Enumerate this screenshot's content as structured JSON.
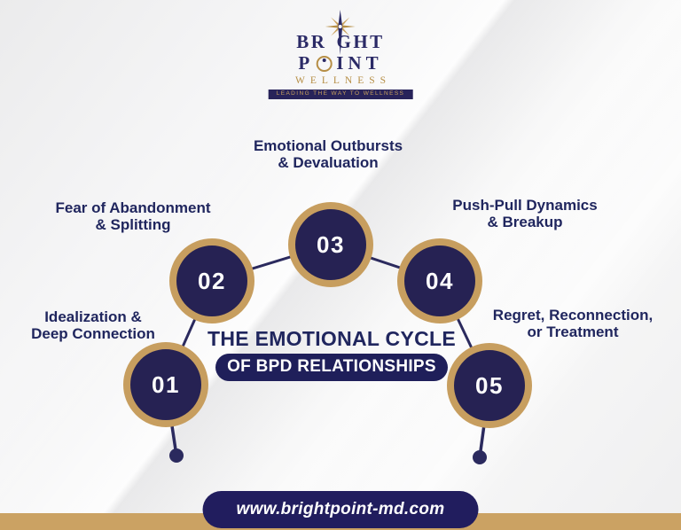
{
  "logo": {
    "word1_left": "BR",
    "word1_right": "GHT",
    "word2_left": "P",
    "word2_right": "INT",
    "subtitle": "WELLNESS",
    "tagline": "LEADING THE WAY TO WELLNESS"
  },
  "title": {
    "line1": "THE EMOTIONAL CYCLE",
    "line2": "OF BPD RELATIONSHIPS"
  },
  "steps": [
    {
      "number": "01",
      "label_line1": "Idealization &",
      "label_line2": "Deep Connection"
    },
    {
      "number": "02",
      "label_line1": "Fear of Abandonment",
      "label_line2": "& Splitting"
    },
    {
      "number": "03",
      "label_line1": "Emotional Outbursts",
      "label_line2": "& Devaluation"
    },
    {
      "number": "04",
      "label_line1": "Push-Pull Dynamics",
      "label_line2": "& Breakup"
    },
    {
      "number": "05",
      "label_line1": "Regret, Reconnection,",
      "label_line2": "or Treatment"
    }
  ],
  "footer": {
    "website": "www.brightpoint-md.com"
  },
  "colors": {
    "navy_circle": "#262253",
    "navy_text": "#20265e",
    "gold_ring": "#c79e5f",
    "gold_bar": "#cba263",
    "pill_navy": "#1f1f5a",
    "white": "#ffffff"
  }
}
